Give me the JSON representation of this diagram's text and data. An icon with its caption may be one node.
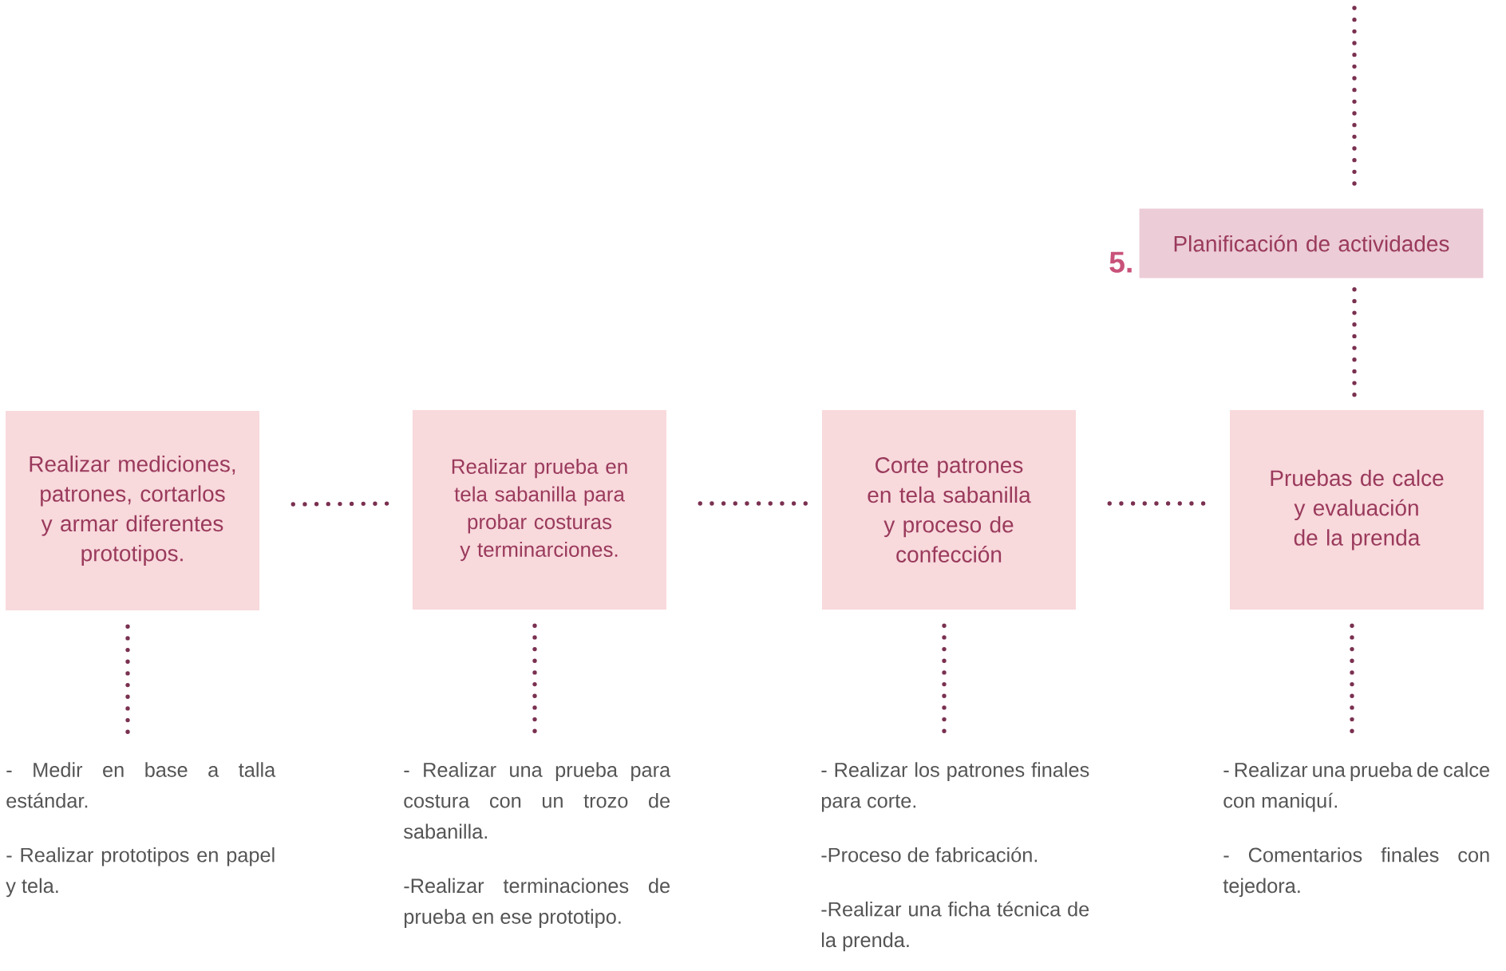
{
  "diagram": {
    "nodes": [
      {
        "text": [
          "Planificación de actividades"
        ],
        "beside": [
          "5."
        ]
      },
      {
        "text": [
          "Realizar mediciones, patrones, cortarlos y armar diferentes prototipos."
        ]
      },
      {
        "text": [
          "Realizar prueba en tela sabanilla para probar costuras y terminarciones."
        ]
      },
      {
        "text": [
          "Corte patrones en tela sabanilla y proceso de confección"
        ]
      },
      {
        "text": [
          "Pruebas de calce y evaluación de la prenda"
        ]
      },
      {
        "text": [
          "- Medir en base a talla estándar.",
          "- Realizar prototipos en papel y tela."
        ]
      },
      {
        "text": [
          "- Realizar una prueba para costura con un trozo de sabanilla.",
          "-Realizar terminaciones de prueba en ese prototipo."
        ]
      },
      {
        "text": [
          "- Realizar los patrones finales para corte.",
          "-Proceso de fabricación.",
          "-Realizar una ficha técnica de la prenda."
        ]
      },
      {
        "text": [
          "- Realizar una prueba de calce con maniquí.",
          "- Comentarios finales con tejedora."
        ]
      }
    ],
    "edges": [
      {
        "from": null,
        "to": 0,
        "arrow": "none"
      },
      {
        "from": 0,
        "to": 4,
        "arrow": "none"
      },
      {
        "from": 1,
        "to": 2,
        "arrow": "none"
      },
      {
        "from": 2,
        "to": 3,
        "arrow": "none"
      },
      {
        "from": 3,
        "to": 4,
        "arrow": "none"
      },
      {
        "from": 1,
        "to": 5,
        "arrow": "none"
      },
      {
        "from": 2,
        "to": 6,
        "arrow": "none"
      },
      {
        "from": 3,
        "to": 7,
        "arrow": "none"
      },
      {
        "from": 4,
        "to": 8,
        "arrow": "none"
      }
    ]
  }
}
